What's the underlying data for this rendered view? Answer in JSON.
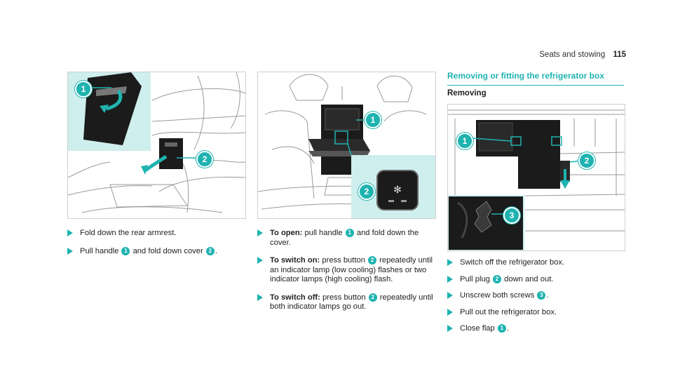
{
  "header": {
    "section": "Seats and stowing",
    "page": "115"
  },
  "fig1": {
    "badges": [
      "1",
      "2"
    ]
  },
  "fig2": {
    "badges": [
      "1",
      "2"
    ]
  },
  "fig3": {
    "badges": [
      "1",
      "2",
      "3"
    ]
  },
  "col1": {
    "steps": [
      {
        "text": "Fold down the rear armrest."
      },
      {
        "pre": "Pull handle ",
        "b1": "1",
        "mid": " and fold down cover ",
        "b2": "2",
        "post": "."
      }
    ]
  },
  "col2": {
    "steps": [
      {
        "bold": "To open:",
        "pre": " pull handle ",
        "b1": "1",
        "post": " and fold down the cover."
      },
      {
        "bold": "To switch on:",
        "pre": " press button ",
        "b1": "2",
        "post": " repeatedly until an indicator lamp (low cooling) flashes or two indicator lamps (high cooling) flash."
      },
      {
        "bold": "To switch off:",
        "pre": " press button ",
        "b1": "2",
        "post": " repeatedly until both indicator lamps go out."
      }
    ]
  },
  "col3": {
    "title": "Removing or fitting the refrigerator box",
    "subtitle": "Removing",
    "steps": [
      {
        "text": "Switch off the refrigerator box."
      },
      {
        "pre": "Pull plug ",
        "b1": "2",
        "post": " down and out."
      },
      {
        "pre": "Unscrew both screws ",
        "b1": "3",
        "post": "."
      },
      {
        "text": "Pull out the refrigerator box."
      },
      {
        "pre": "Close flap ",
        "b1": "1",
        "post": "."
      }
    ]
  },
  "colors": {
    "accent": "#1fb3b0",
    "text": "#222222"
  }
}
